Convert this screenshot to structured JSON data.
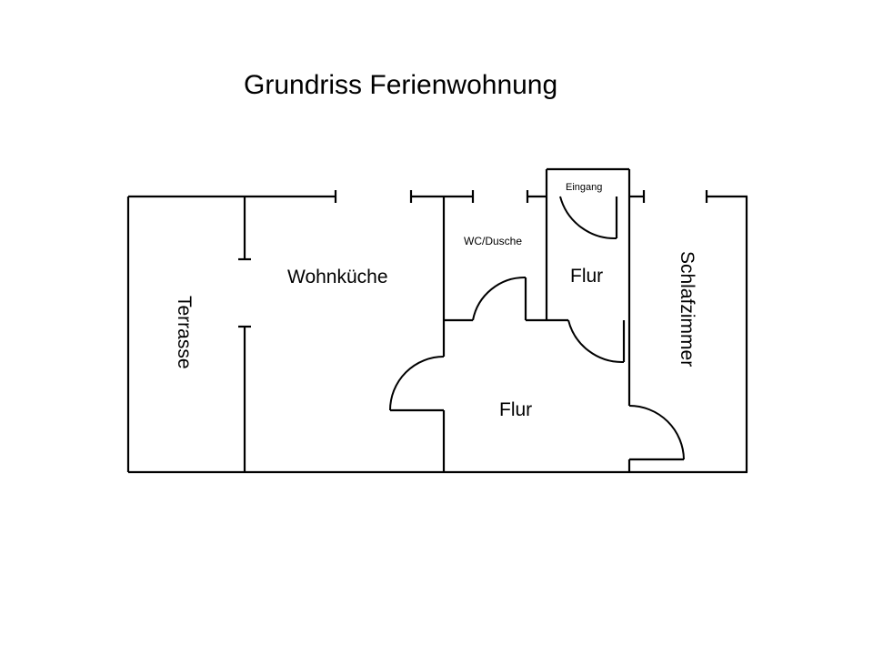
{
  "title": "Grundriss Ferienwohnung",
  "rooms": {
    "terrasse": "Terrasse",
    "wohnkueche": "Wohnküche",
    "wc_dusche": "WC/Dusche",
    "eingang": "Eingang",
    "flur_oben": "Flur",
    "flur_unten": "Flur",
    "schlafzimmer": "Schlafzimmer"
  },
  "colors": {
    "line": "#000000",
    "background": "#ffffff"
  }
}
